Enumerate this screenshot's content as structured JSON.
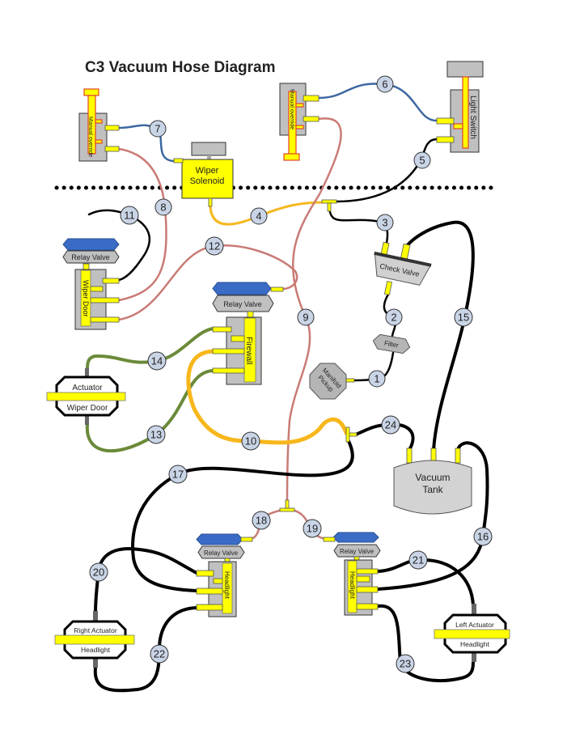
{
  "title": "C3 Vacuum Hose Diagram",
  "components": {
    "wiper_switch": "Manual override",
    "headlight_switch": "Manual override",
    "wiper_solenoid": [
      "Wiper",
      "Solenoid"
    ],
    "light_switch": "Light Switch",
    "wiper_relay": {
      "valve": "Relay Valve",
      "body": "Wiper Door"
    },
    "firewall_relay": {
      "valve": "Relay Valve",
      "body": "Firewall"
    },
    "wiper_actuator": {
      "top": "Actuator",
      "bottom": "Wiper Door"
    },
    "check_valve": "Check Valve",
    "filter": "Filter",
    "manifold": [
      "Manifold",
      "Pickup"
    ],
    "vacuum_tank": [
      "Vacuum",
      "Tank"
    ],
    "right_relay": {
      "valve": "Relay Valve",
      "body": "Headlight"
    },
    "left_relay": {
      "valve": "Relay Valve",
      "body": "Headlight"
    },
    "right_actuator": {
      "top": "Right Actuator",
      "bottom": "Headlight"
    },
    "left_actuator": {
      "top": "Left Actuator",
      "bottom": "Headlight"
    }
  },
  "hose_colors": {
    "blue": "#3d67a0",
    "pink": "#c97b75",
    "yellow": "#f5b820",
    "green": "#6b8a3a",
    "black": "#000000"
  },
  "hoses": [
    "1",
    "2",
    "3",
    "4",
    "5",
    "6",
    "7",
    "8",
    "9",
    "10",
    "11",
    "12",
    "13",
    "14",
    "15",
    "16",
    "17",
    "18",
    "19",
    "20",
    "21",
    "22",
    "23",
    "24"
  ]
}
